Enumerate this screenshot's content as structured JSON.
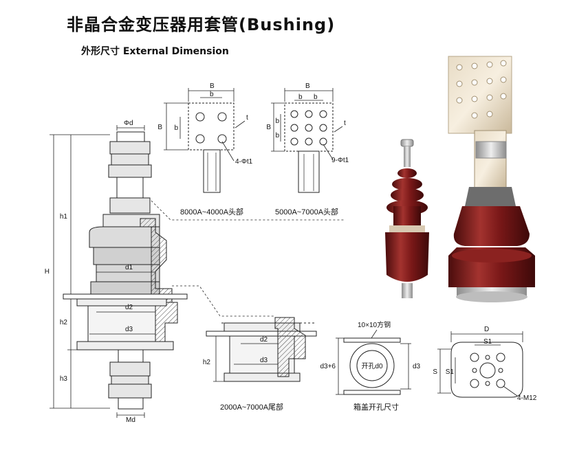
{
  "title": "非晶合金变压器用套管(Bushing)",
  "subtitle": "外形尺寸 External Dimension",
  "main_bushing": {
    "dims": {
      "top_dia": "Φd",
      "overall_height": "H",
      "h1": "h1",
      "h2": "h2",
      "h3": "h3",
      "d1": "d1",
      "d2": "d2",
      "d3": "d3",
      "bottom_dia": "Md"
    }
  },
  "head_8000": {
    "caption": "8000A~4000A头部",
    "B": "B",
    "b": "b",
    "t": "t",
    "holes": "4-Φt1"
  },
  "head_5000": {
    "caption": "5000A~7000A头部",
    "B": "B",
    "b": "b",
    "t": "t",
    "holes": "9-Φt1"
  },
  "tail": {
    "caption": "2000A~7000A尾部",
    "h2": "h2",
    "d2": "d2",
    "d3": "d3"
  },
  "cover_hole": {
    "caption": "箱盖开孔尺寸",
    "steel": "10×10方钢",
    "hole": "开孔d0",
    "left_dim": "d3+6",
    "right_dim": "d3"
  },
  "flange": {
    "D": "D",
    "S1_top": "S1",
    "S": "S",
    "S1_left": "S1",
    "holes": "4-M12"
  },
  "colors": {
    "porcelain": "#7a1818",
    "porcelain_light": "#a3332f",
    "metal": "#c9c9c9",
    "hatch": "#333333"
  }
}
